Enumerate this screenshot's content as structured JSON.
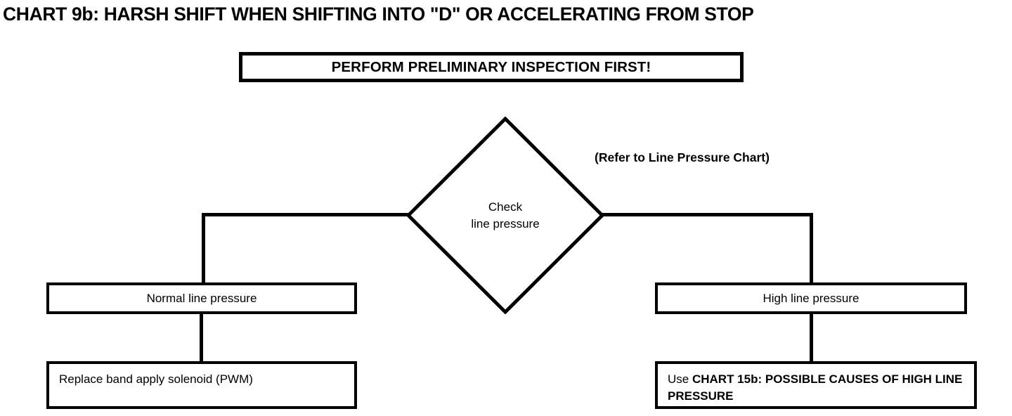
{
  "title": "CHART 9b: HARSH SHIFT WHEN SHIFTING INTO \"D\" OR ACCELERATING FROM STOP",
  "banner": {
    "text": "PERFORM PRELIMINARY INSPECTION FIRST!"
  },
  "decision": {
    "line1": "Check",
    "line2": "line pressure"
  },
  "annotation": {
    "text": "(Refer to Line Pressure Chart)"
  },
  "branches": {
    "left": {
      "condition": "Normal line pressure",
      "action_plain": "Replace band apply solenoid (PWM)",
      "action_bold": ""
    },
    "right": {
      "condition": "High line pressure",
      "action_plain": "Use ",
      "action_bold": "CHART 15b: POSSIBLE CAUSES OF HIGH LINE PRESSURE"
    }
  },
  "colors": {
    "stroke": "#000000",
    "background": "#ffffff",
    "text": "#000000"
  },
  "chart_data": {
    "type": "diagram",
    "diagram_kind": "flowchart",
    "title": "CHART 9b: HARSH SHIFT WHEN SHIFTING INTO \"D\" OR ACCELERATING FROM STOP",
    "nodes": [
      {
        "id": "banner",
        "shape": "rectangle-thick",
        "text": "PERFORM PRELIMINARY INSPECTION FIRST!"
      },
      {
        "id": "decision",
        "shape": "diamond",
        "text": "Check line pressure"
      },
      {
        "id": "left-cond",
        "shape": "rectangle",
        "text": "Normal line pressure"
      },
      {
        "id": "left-action",
        "shape": "rectangle",
        "text": "Replace band apply solenoid (PWM)"
      },
      {
        "id": "right-cond",
        "shape": "rectangle",
        "text": "High line pressure"
      },
      {
        "id": "right-action",
        "shape": "rectangle",
        "text": "Use CHART 15b: POSSIBLE CAUSES OF HIGH LINE PRESSURE"
      }
    ],
    "edges": [
      {
        "from": "decision",
        "to": "left-cond",
        "label": ""
      },
      {
        "from": "decision",
        "to": "right-cond",
        "label": ""
      },
      {
        "from": "left-cond",
        "to": "left-action",
        "label": ""
      },
      {
        "from": "right-cond",
        "to": "right-action",
        "label": ""
      }
    ],
    "annotations": [
      {
        "text": "(Refer to Line Pressure Chart)",
        "attached_to": "decision"
      }
    ]
  }
}
